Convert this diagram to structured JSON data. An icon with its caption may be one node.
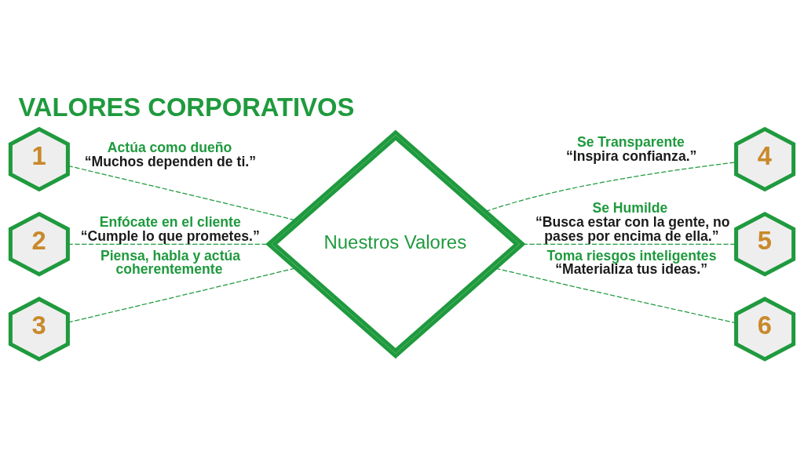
{
  "diagram": {
    "title": "VALORES CORPORATIVOS",
    "nodes": [
      {
        "text": [
          "1"
        ],
        "beside": [
          "Actúa como dueño",
          "“Muchos dependen de ti.”"
        ]
      },
      {
        "text": [
          "2"
        ],
        "beside": [
          "Enfócate en el cliente",
          "“Cumple lo que prometes.”"
        ]
      },
      {
        "text": [
          "3"
        ],
        "beside": [
          "Piensa, habla y actúa coherentemente"
        ]
      },
      {
        "text": [
          "Nuestros Valores"
        ]
      },
      {
        "text": [
          "4"
        ],
        "beside": [
          "Se Transparente",
          "“Inspira confianza.”"
        ]
      },
      {
        "text": [
          "5"
        ],
        "beside": [
          "Se Humilde",
          "“Busca estar con la gente, no pases por encima de ella.”"
        ]
      },
      {
        "text": [
          "6"
        ],
        "beside": [
          "Toma riesgos inteligentes",
          "“Materializa tus ideas.”"
        ]
      }
    ],
    "edges": [
      {
        "from": 0,
        "to": 3,
        "arrow": "none",
        "style": "dashed"
      },
      {
        "from": 1,
        "to": 3,
        "arrow": "none",
        "style": "dashed"
      },
      {
        "from": 2,
        "to": 3,
        "arrow": "none",
        "style": "dashed"
      },
      {
        "from": 3,
        "to": 4,
        "arrow": "none",
        "style": "dashed"
      },
      {
        "from": 3,
        "to": 5,
        "arrow": "none",
        "style": "dashed"
      },
      {
        "from": 3,
        "to": 6,
        "arrow": "none",
        "style": "dashed"
      }
    ]
  }
}
